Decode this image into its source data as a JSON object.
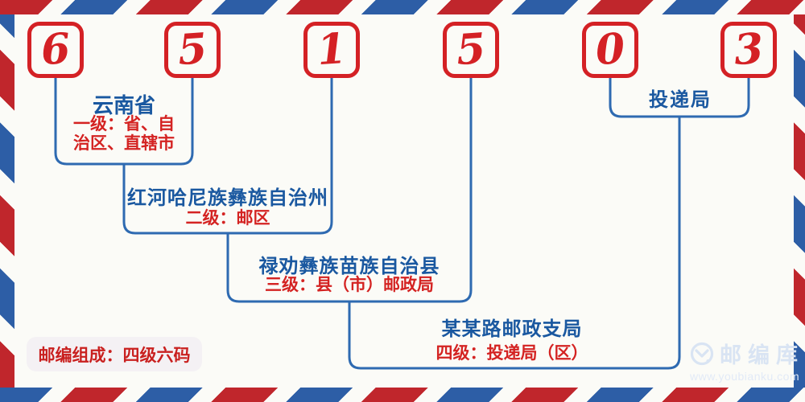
{
  "code": {
    "digits": [
      "6",
      "5",
      "1",
      "5",
      "0",
      "3"
    ]
  },
  "delivery_bracket": {
    "label": "投递局"
  },
  "levels": [
    {
      "name": "云南省",
      "desc_lines": [
        "一级：省、自",
        "治区、直辖市"
      ]
    },
    {
      "name": "红河哈尼族彝族自治州",
      "desc_lines": [
        "二级：邮区"
      ]
    },
    {
      "name": "禄劝彝族苗族自治县",
      "desc_lines": [
        "三级：县（市）邮政局"
      ]
    },
    {
      "name": "某某路邮政支局",
      "desc_lines": [
        "四级：投递局（区）"
      ]
    }
  ],
  "badge": {
    "text": "邮编组成：四级六码"
  },
  "watermark": {
    "brand": "邮编库",
    "url": "www.youbianku.com",
    "icon": "envelope-in-circle-icon"
  },
  "colors": {
    "digit_red": "#d42125",
    "text_blue": "#1a58a0",
    "text_red": "#d42322",
    "line_blue": "#2e6ab1",
    "stripe_red": "#c0262c",
    "stripe_blue": "#2d5ea6",
    "background": "#fbfbf7",
    "badge_background": "#f4f1f4",
    "watermark_blue": "#d9e4f3"
  }
}
